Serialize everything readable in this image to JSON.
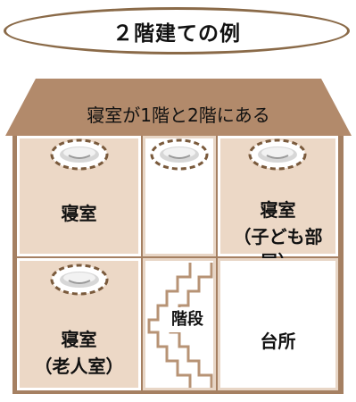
{
  "title": "２階建ての例",
  "roof_label": "寝室が1階と2階にある",
  "rooms": {
    "bedroom_2f": {
      "label": "寝室"
    },
    "kids_room": {
      "label_1": "寝室",
      "label_2": "（子ども部屋）"
    },
    "bedroom_1f": {
      "label_1": "寝室",
      "label_2": "（老人室）"
    },
    "stairs": {
      "label": "階段"
    },
    "kitchen": {
      "label": "台所"
    }
  },
  "colors": {
    "roof": "#b28a6b",
    "wall_tan": "#ecd8c6",
    "house_outline": "#a58062",
    "detector_ring": "#7a5a3c"
  },
  "icons": [
    "smoke-detector-icon",
    "staircase-icon"
  ]
}
